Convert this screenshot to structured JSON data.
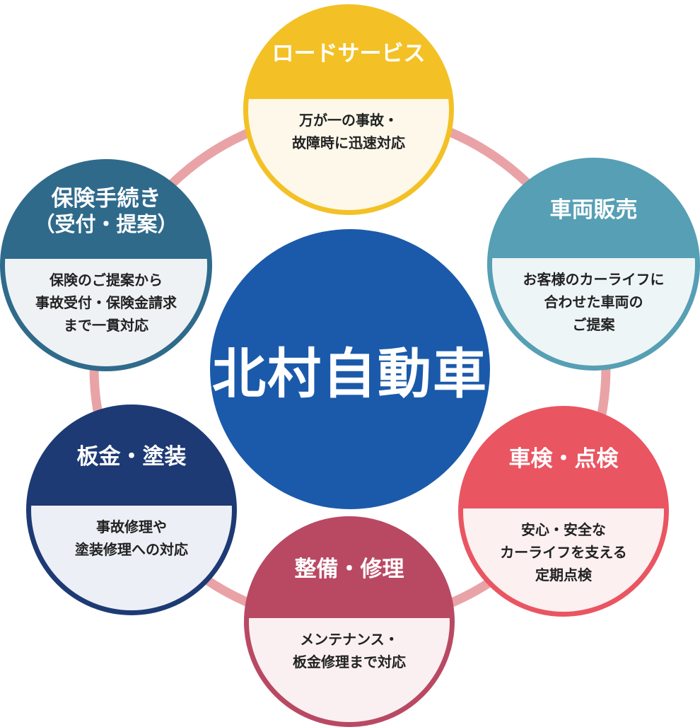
{
  "center": {
    "title": "北村自動車",
    "color": "#1b5aaa"
  },
  "ring_color": "#e9a3a6",
  "services": [
    {
      "key": "road",
      "title": [
        "ロードサービス"
      ],
      "desc": [
        "万が一の事故・",
        "故障時に迅速対応"
      ],
      "color": "#f3c126",
      "light": "#fdf8ea",
      "icon": "road-service-icon"
    },
    {
      "key": "sales",
      "title": [
        "車両販売"
      ],
      "desc": [
        "お客様のカーライフに",
        "合わせた車両の",
        "ご提案"
      ],
      "color": "#569fb4",
      "light": "#eef5f7",
      "icon": "car-sales-icon"
    },
    {
      "key": "inspection",
      "title": [
        "車検・点検"
      ],
      "desc": [
        "安心・安全な",
        "カーライフを支える",
        "定期点検"
      ],
      "color": "#e95561",
      "light": "#fcf0f0",
      "icon": "inspection-icon"
    },
    {
      "key": "maintenance",
      "title": [
        "整備・修理"
      ],
      "desc": [
        "メンテナンス・",
        "板金修理まで対応"
      ],
      "color": "#b94963",
      "light": "#faf0f2",
      "icon": "maintenance-icon"
    },
    {
      "key": "bodywork",
      "title": [
        "板金・塗装"
      ],
      "desc": [
        "事故修理や",
        "塗装修理への対応"
      ],
      "color": "#1d3a74",
      "light": "#eceff5",
      "icon": "bodywork-icon"
    },
    {
      "key": "insurance",
      "title": [
        "保険手続き",
        "（受付・提案）"
      ],
      "desc": [
        "保険のご提案から",
        "事故受付・保険金請求",
        "まで一貫対応"
      ],
      "color": "#2f6a8b",
      "light": "#eef2f5",
      "icon": "insurance-icon"
    }
  ]
}
